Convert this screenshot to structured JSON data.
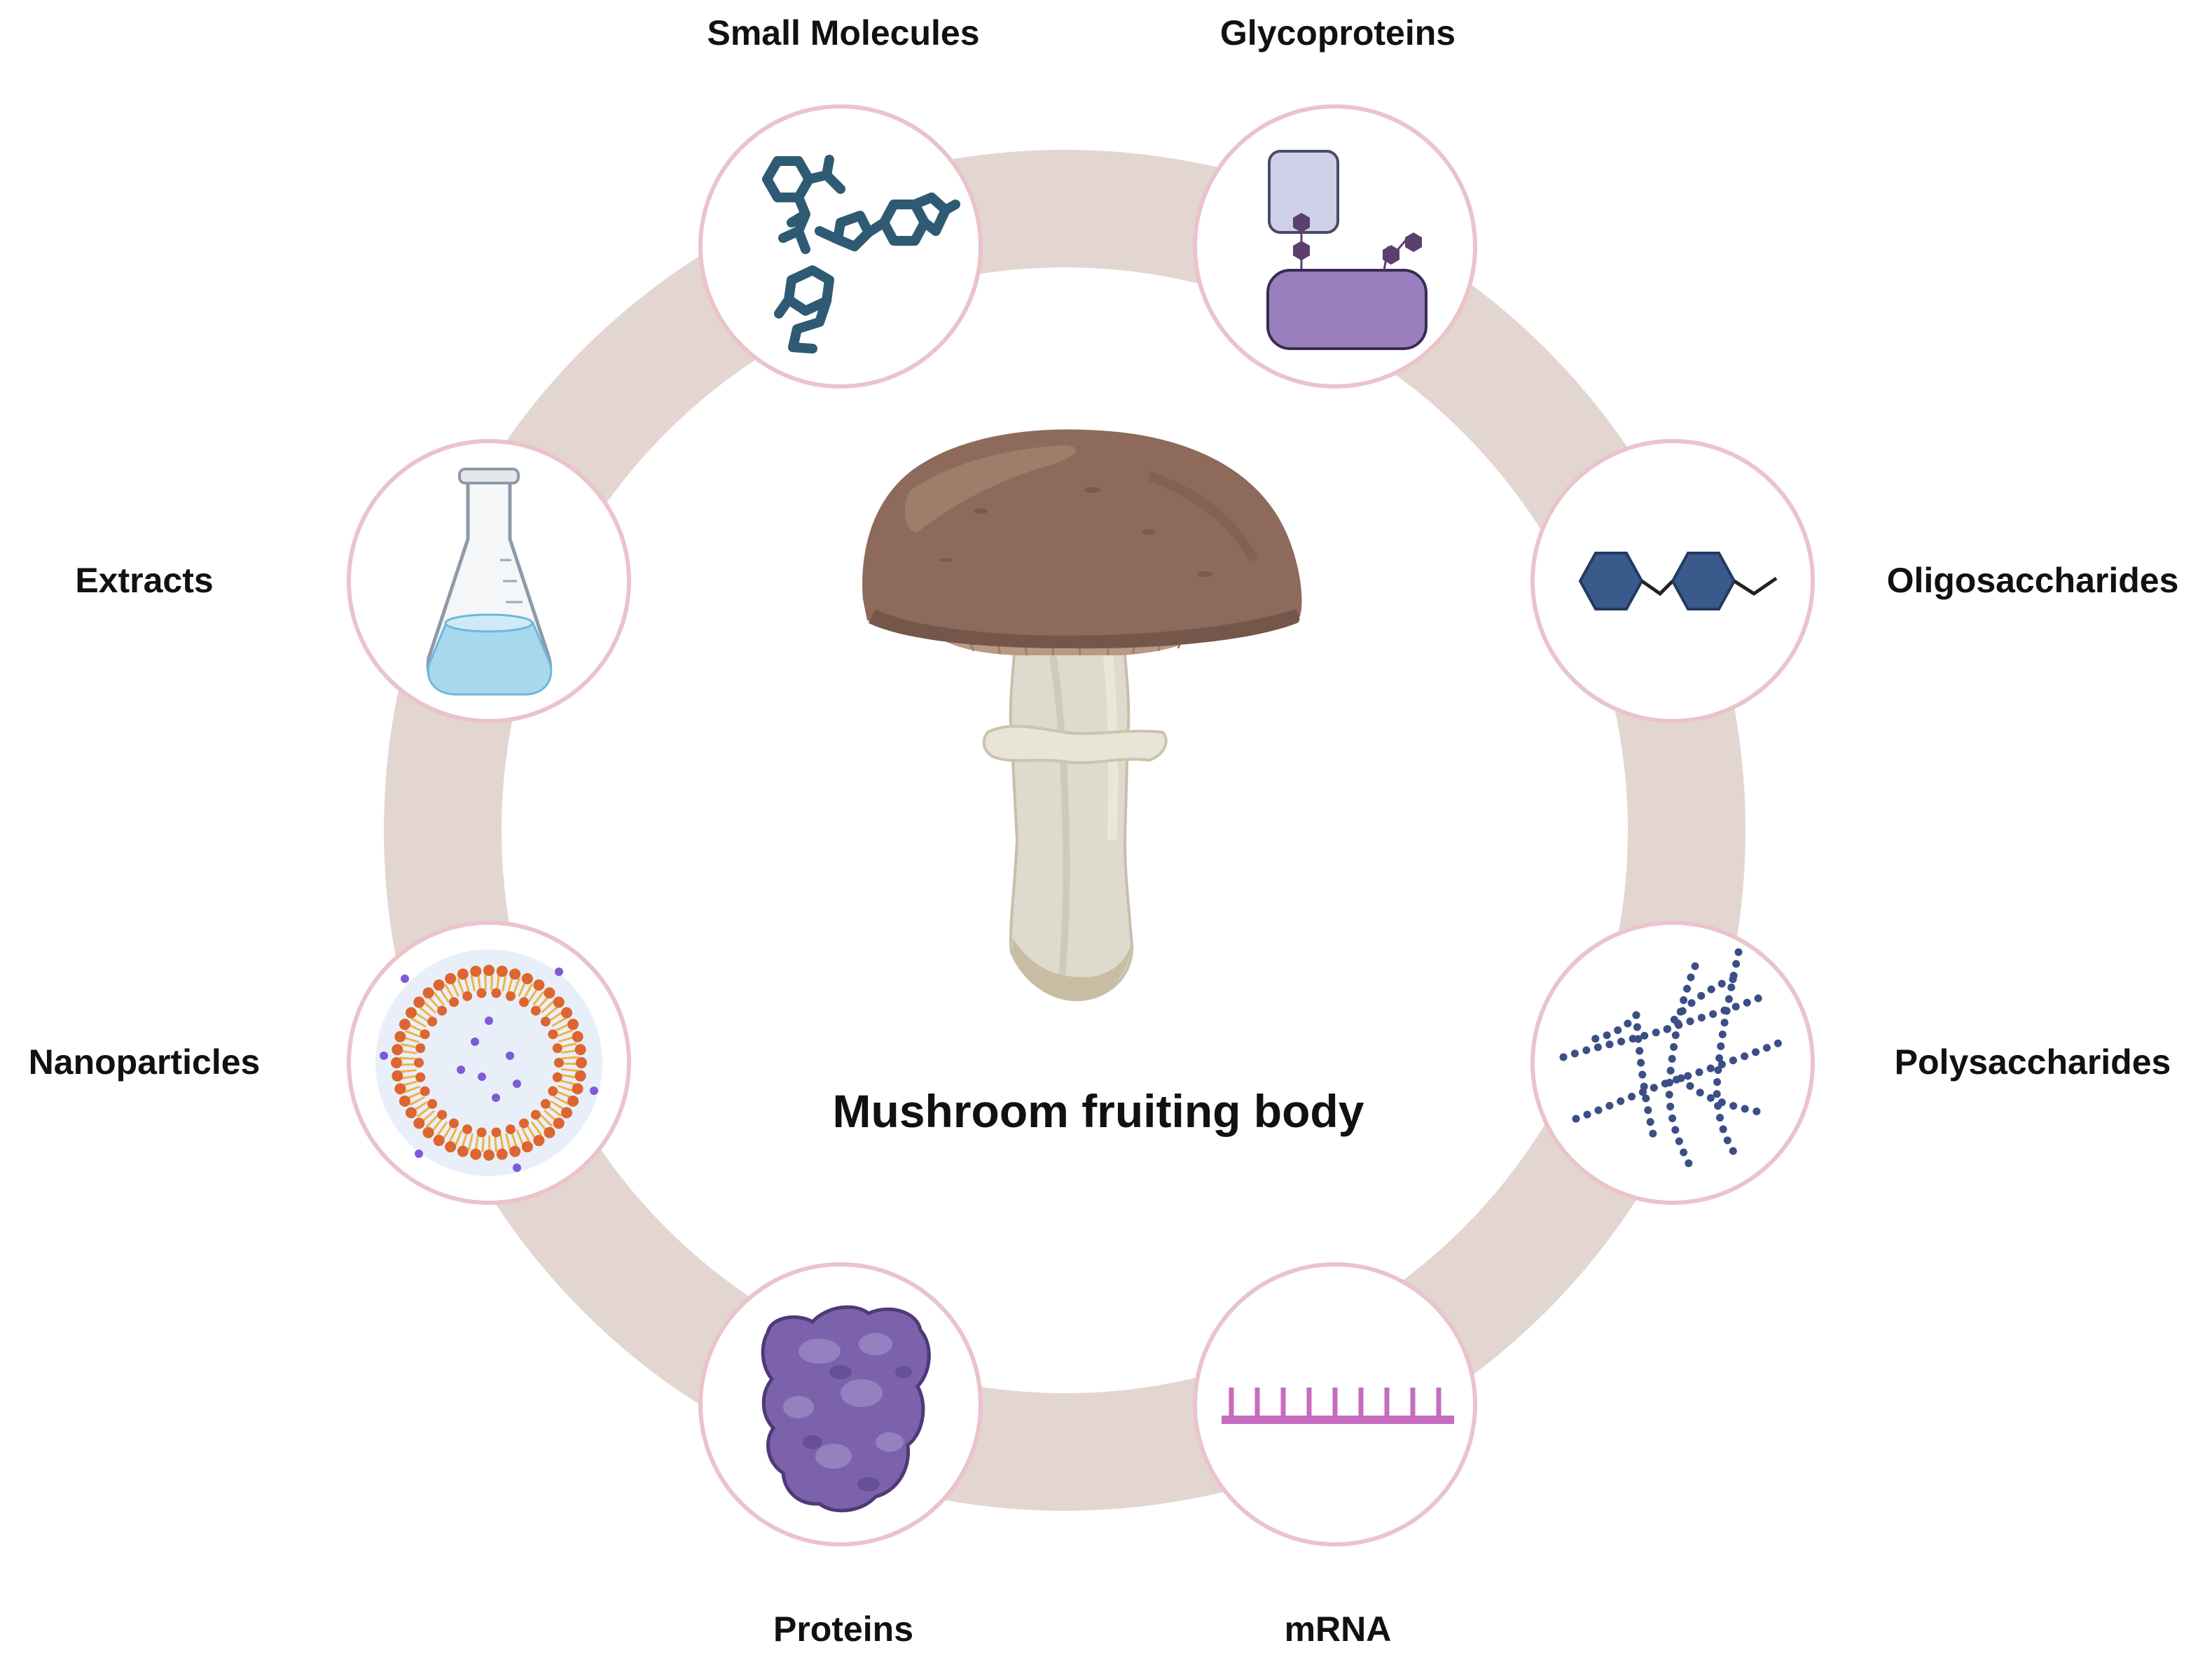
{
  "center_title": "Mushroom fruiting body",
  "nodes": [
    {
      "id": "small-molecules",
      "label": "Small Molecules",
      "icon": "molecule-structures-icon"
    },
    {
      "id": "glycoproteins",
      "label": "Glycoproteins",
      "icon": "glycoprotein-icon"
    },
    {
      "id": "oligosaccharides",
      "label": "Oligosaccharides",
      "icon": "hexagon-chain-icon"
    },
    {
      "id": "polysaccharides",
      "label": "Polysaccharides",
      "icon": "branched-bead-chain-icon"
    },
    {
      "id": "mrna",
      "label": "mRNA",
      "icon": "mrna-strand-icon"
    },
    {
      "id": "proteins",
      "label": "Proteins",
      "icon": "folded-protein-icon"
    },
    {
      "id": "nanoparticles",
      "label": "Nanoparticles",
      "icon": "liposome-icon"
    },
    {
      "id": "extracts",
      "label": "Extracts",
      "icon": "erlenmeyer-flask-icon"
    }
  ],
  "colors": {
    "ring": "#e3d6d1",
    "node_border": "#eac3cb",
    "molecule": "#2e5b73",
    "glyco_purple": "#9a7fbe",
    "glyco_box": "#ced0e8",
    "sugar_dark": "#5c3f6e",
    "oligo_blue": "#3a5a8c",
    "poly_dots": "#3b4e85",
    "mrna_pink": "#c66cc0",
    "protein_purple": "#7b62aa",
    "liposome_orange": "#dd6530",
    "cap_brown": "#8d6a5b",
    "stem_beige": "#dedacd"
  }
}
